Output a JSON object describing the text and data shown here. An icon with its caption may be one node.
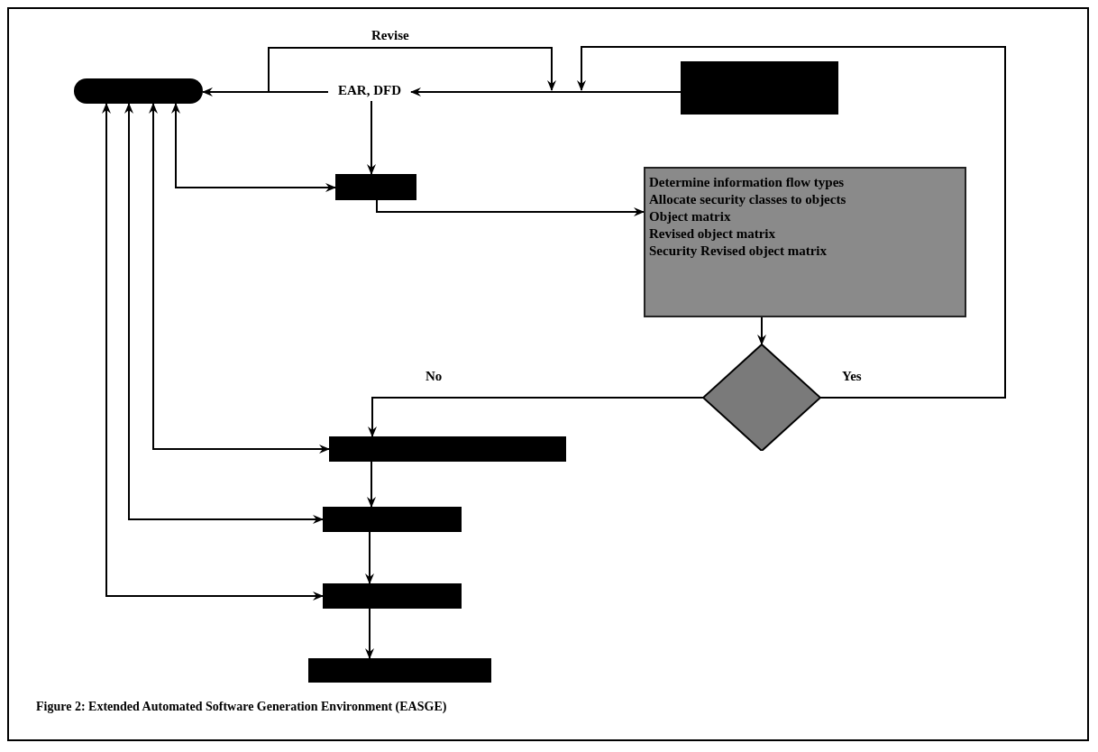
{
  "diagram": {
    "caption": "Figure 2: Extended Automated Software Generation Environment (EASGE)",
    "nodes": [
      {
        "text": [],
        "shape": "box"
      },
      {
        "text": [
          "EAR, DFD"
        ]
      },
      {
        "text": [],
        "shape": "box"
      },
      {
        "text": [],
        "shape": "box"
      },
      {
        "text": [
          "Determine information flow types",
          "Allocate security classes to objects",
          "Object matrix",
          "Revised object matrix",
          "Security Revised object matrix"
        ]
      },
      {
        "text": [],
        "shape": "diamond"
      },
      {
        "text": [],
        "shape": "box"
      },
      {
        "text": [],
        "shape": "box"
      },
      {
        "text": [],
        "shape": "box"
      },
      {
        "text": [],
        "shape": "box"
      }
    ],
    "edges": [
      {
        "from": 2,
        "to": 1,
        "arrow": "to"
      },
      {
        "from": 1,
        "to": 0,
        "arrow": "to"
      },
      {
        "from": 1,
        "to": 3,
        "arrow": "to"
      },
      {
        "from": 3,
        "to": 4,
        "arrow": "to"
      },
      {
        "from": 4,
        "to": 5,
        "arrow": "to"
      },
      {
        "from": 5,
        "to": 6,
        "arrow": "to",
        "label": "No"
      },
      {
        "from": 5,
        "to": null,
        "arrow": "to",
        "label": "Yes"
      },
      {
        "from": 1,
        "to": null,
        "arrow": "to",
        "label": "Revise"
      },
      {
        "from": 3,
        "to": 0,
        "arrow": "both"
      },
      {
        "from": 6,
        "to": 0,
        "arrow": "both"
      },
      {
        "from": 7,
        "to": 0,
        "arrow": "both"
      },
      {
        "from": 8,
        "to": 0,
        "arrow": "both"
      },
      {
        "from": 6,
        "to": 7,
        "arrow": "to"
      },
      {
        "from": 7,
        "to": 8,
        "arrow": "to"
      },
      {
        "from": 8,
        "to": 9,
        "arrow": "to"
      }
    ]
  }
}
